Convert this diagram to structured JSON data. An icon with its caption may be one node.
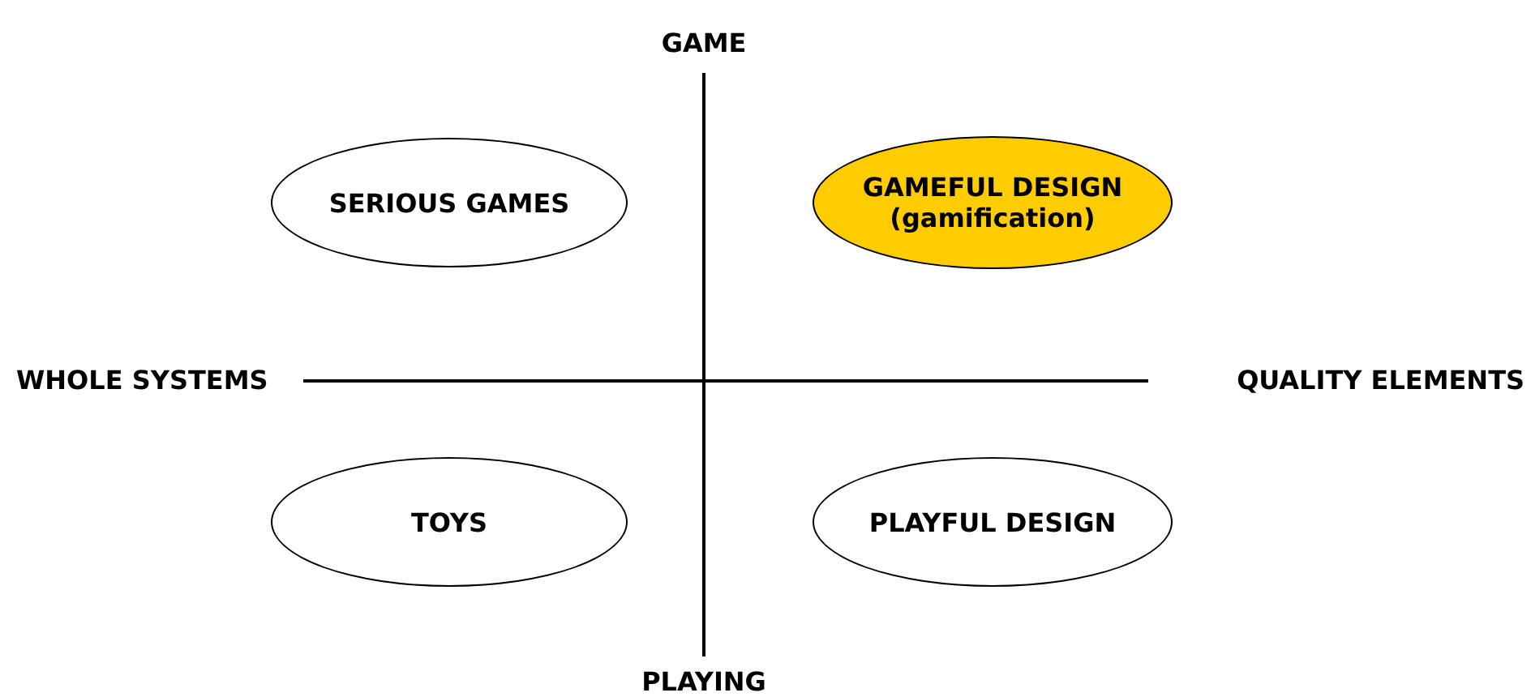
{
  "diagram": {
    "nodes": [
      {
        "text": [
          "SERIOUS GAMES"
        ]
      },
      {
        "text": [
          "GAMEFUL DESIGN",
          "(gamification)"
        ]
      },
      {
        "text": [
          "TOYS"
        ]
      },
      {
        "text": [
          "PLAYFUL DESIGN"
        ]
      }
    ],
    "labels": [
      "GAME",
      "WHOLE SYSTEMS",
      "QUALITY ELEMENTS",
      "PLAYING"
    ]
  }
}
